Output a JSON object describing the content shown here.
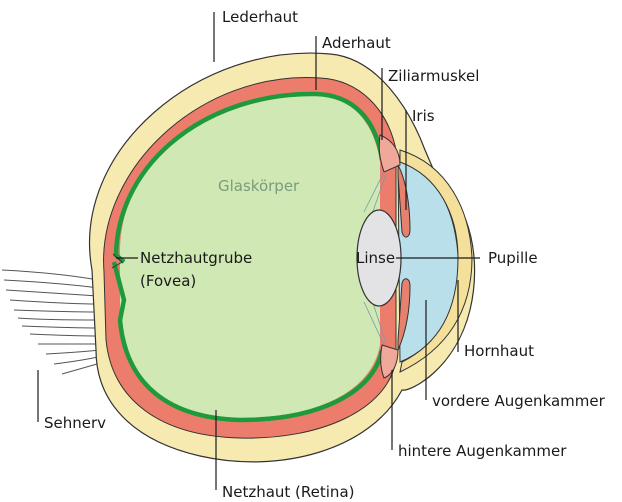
{
  "labels": {
    "lederhaut": "Lederhaut",
    "aderhaut": "Aderhaut",
    "ziliarmuskel": "Ziliarmuskel",
    "iris": "Iris",
    "glaskoerper": "Glaskörper",
    "linse": "Linse",
    "pupille": "Pupille",
    "netzhautgrube_line1": "Netzhautgrube",
    "netzhautgrube_line2": "(Fovea)",
    "hornhaut": "Hornhaut",
    "vordere_augenkammer": "vordere Augenkammer",
    "hintere_augenkammer": "hintere Augenkammer",
    "sehnerv": "Sehnerv",
    "netzhaut": "Netzhaut (Retina)"
  },
  "colors": {
    "sclera": "#f7eab0",
    "choroid": "#ec7d6c",
    "retina": "#1e9a3c",
    "vitreous": "#cfe8b4",
    "lens": "#e3e3e6",
    "aqueous": "#b9e0ea",
    "cornea": "#f4e09a",
    "iris": "#e8806e",
    "ciliary": "#f0a89a",
    "outline": "#333333"
  }
}
